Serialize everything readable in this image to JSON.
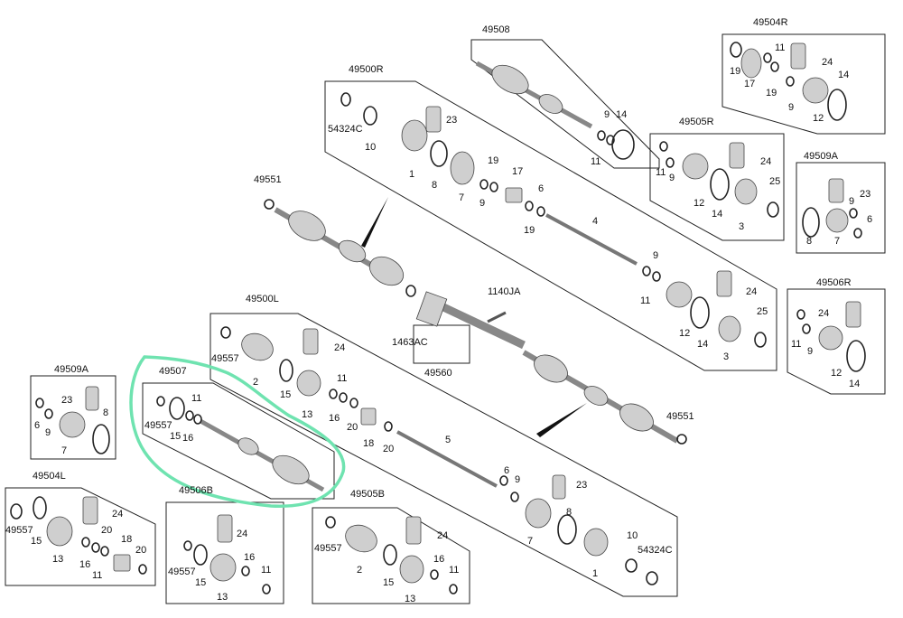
{
  "highlight_color": "#6fe3b0",
  "labels": [
    {
      "id": "l49508",
      "text": "49508"
    },
    {
      "id": "l49504R",
      "text": "49504R"
    },
    {
      "id": "l49500R",
      "text": "49500R"
    },
    {
      "id": "l54324C_top",
      "text": "54324C"
    },
    {
      "id": "l10_top",
      "text": "10"
    },
    {
      "id": "l1_top",
      "text": "1"
    },
    {
      "id": "l23_top",
      "text": "23"
    },
    {
      "id": "l8_top",
      "text": "8"
    },
    {
      "id": "l7_top",
      "text": "7"
    },
    {
      "id": "l9_a",
      "text": "9"
    },
    {
      "id": "l19_a",
      "text": "19"
    },
    {
      "id": "l17_top",
      "text": "17"
    },
    {
      "id": "l19_b",
      "text": "19"
    },
    {
      "id": "l6_top",
      "text": "6"
    },
    {
      "id": "l4",
      "text": "4"
    },
    {
      "id": "l9_b",
      "text": "9"
    },
    {
      "id": "l14_b",
      "text": "14"
    },
    {
      "id": "l11_b",
      "text": "11"
    },
    {
      "id": "r_19",
      "text": "19"
    },
    {
      "id": "r_17",
      "text": "17"
    },
    {
      "id": "r_11",
      "text": "11"
    },
    {
      "id": "r_19b",
      "text": "19"
    },
    {
      "id": "r_9",
      "text": "9"
    },
    {
      "id": "r_24",
      "text": "24"
    },
    {
      "id": "r_14",
      "text": "14"
    },
    {
      "id": "r_12",
      "text": "12"
    },
    {
      "id": "l49505R",
      "text": "49505R"
    },
    {
      "id": "r5_11",
      "text": "11"
    },
    {
      "id": "r5_9",
      "text": "9"
    },
    {
      "id": "r5_24",
      "text": "24"
    },
    {
      "id": "r5_12",
      "text": "12"
    },
    {
      "id": "r5_14",
      "text": "14"
    },
    {
      "id": "r5_3",
      "text": "3"
    },
    {
      "id": "r5_25",
      "text": "25"
    },
    {
      "id": "l49509A_r",
      "text": "49509A"
    },
    {
      "id": "r9_23",
      "text": "23"
    },
    {
      "id": "r9_6",
      "text": "6"
    },
    {
      "id": "r9_8",
      "text": "8"
    },
    {
      "id": "r9_7",
      "text": "7"
    },
    {
      "id": "r9_9",
      "text": "9"
    },
    {
      "id": "l49551_top",
      "text": "49551"
    },
    {
      "id": "l49500R_9",
      "text": "9"
    },
    {
      "id": "l49500R_11",
      "text": "11"
    },
    {
      "id": "l49500R_24",
      "text": "24"
    },
    {
      "id": "l49500R_12",
      "text": "12"
    },
    {
      "id": "l49500R_14",
      "text": "14"
    },
    {
      "id": "l49500R_3",
      "text": "3"
    },
    {
      "id": "l49500R_25",
      "text": "25"
    },
    {
      "id": "l1140JA",
      "text": "1140JA"
    },
    {
      "id": "l1463AC",
      "text": "1463AC"
    },
    {
      "id": "l49560",
      "text": "49560"
    },
    {
      "id": "l49506R",
      "text": "49506R"
    },
    {
      "id": "r6_24",
      "text": "24"
    },
    {
      "id": "r6_11",
      "text": "11"
    },
    {
      "id": "r6_9",
      "text": "9"
    },
    {
      "id": "r6_12",
      "text": "12"
    },
    {
      "id": "r6_14",
      "text": "14"
    },
    {
      "id": "l49500L",
      "text": "49500L"
    },
    {
      "id": "L_49557",
      "text": "49557"
    },
    {
      "id": "L_2",
      "text": "2"
    },
    {
      "id": "L_24",
      "text": "24"
    },
    {
      "id": "L_15",
      "text": "15"
    },
    {
      "id": "L_13",
      "text": "13"
    },
    {
      "id": "L_11",
      "text": "11"
    },
    {
      "id": "L_16",
      "text": "16"
    },
    {
      "id": "L_20a",
      "text": "20"
    },
    {
      "id": "L_18",
      "text": "18"
    },
    {
      "id": "L_20b",
      "text": "20"
    },
    {
      "id": "L_5",
      "text": "5"
    },
    {
      "id": "L_6",
      "text": "6"
    },
    {
      "id": "L_9",
      "text": "9"
    },
    {
      "id": "L_23",
      "text": "23"
    },
    {
      "id": "L_8",
      "text": "8"
    },
    {
      "id": "L_7",
      "text": "7"
    },
    {
      "id": "L_10",
      "text": "10"
    },
    {
      "id": "L_54324C",
      "text": "54324C"
    },
    {
      "id": "L_1",
      "text": "1"
    },
    {
      "id": "l49551_bot",
      "text": "49551"
    },
    {
      "id": "l49509A_l",
      "text": "49509A"
    },
    {
      "id": "lA_23",
      "text": "23"
    },
    {
      "id": "lA_6",
      "text": "6"
    },
    {
      "id": "lA_9",
      "text": "9"
    },
    {
      "id": "lA_8",
      "text": "8"
    },
    {
      "id": "lA_7",
      "text": "7"
    },
    {
      "id": "l49507",
      "text": "49507"
    },
    {
      "id": "s7_11",
      "text": "11"
    },
    {
      "id": "s7_49557",
      "text": "49557"
    },
    {
      "id": "s7_15",
      "text": "15"
    },
    {
      "id": "s7_16",
      "text": "16"
    },
    {
      "id": "l49504L",
      "text": "49504L"
    },
    {
      "id": "b4_49557",
      "text": "49557"
    },
    {
      "id": "b4_24",
      "text": "24"
    },
    {
      "id": "b4_15",
      "text": "15"
    },
    {
      "id": "b4_20a",
      "text": "20"
    },
    {
      "id": "b4_18",
      "text": "18"
    },
    {
      "id": "b4_13",
      "text": "13"
    },
    {
      "id": "b4_16",
      "text": "16"
    },
    {
      "id": "b4_11",
      "text": "11"
    },
    {
      "id": "b4_20b",
      "text": "20"
    },
    {
      "id": "l49506B",
      "text": "49506B"
    },
    {
      "id": "b6_24",
      "text": "24"
    },
    {
      "id": "b6_49557",
      "text": "49557"
    },
    {
      "id": "b6_15",
      "text": "15"
    },
    {
      "id": "b6_16",
      "text": "16"
    },
    {
      "id": "b6_11",
      "text": "11"
    },
    {
      "id": "b6_13",
      "text": "13"
    },
    {
      "id": "l49505B",
      "text": "49505B"
    },
    {
      "id": "b5_49557",
      "text": "49557"
    },
    {
      "id": "b5_24",
      "text": "24"
    },
    {
      "id": "b5_2",
      "text": "2"
    },
    {
      "id": "b5_15",
      "text": "15"
    },
    {
      "id": "b5_16",
      "text": "16"
    },
    {
      "id": "b5_11",
      "text": "11"
    },
    {
      "id": "b5_13",
      "text": "13"
    }
  ]
}
